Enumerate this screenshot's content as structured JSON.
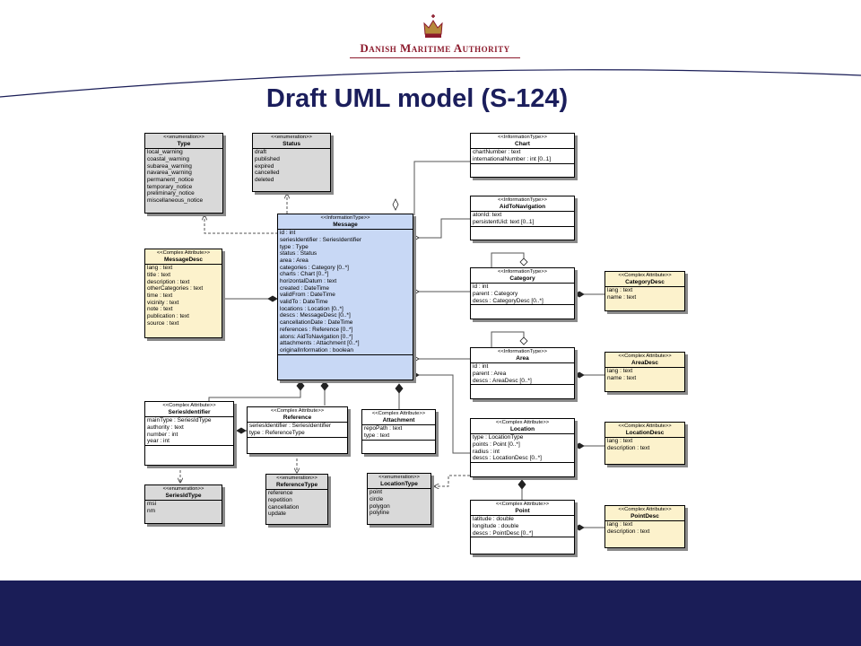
{
  "header": {
    "logo_text": "Danish Maritime Authority",
    "title": "Draft UML model (S-124)"
  },
  "colors": {
    "title": "#1b1e5c",
    "footer": "#1a1d57",
    "logo": "#8c1a2c",
    "info_type_fill": "#ffffff",
    "message_fill": "#c8d8f5",
    "complex_fill": "#fcf2cc",
    "enum_fill": "#d9d9d9"
  },
  "classes": [
    {
      "id": "type",
      "stereotype": "<<enumeration>>",
      "name": "Type",
      "attributes": [
        "local_warning",
        "coastal_warning",
        "subarea_warning",
        "navarea_warning",
        "permanent_notice",
        "temporary_notice",
        "preliminary_notice",
        "miscellaneous_notice"
      ]
    },
    {
      "id": "status",
      "stereotype": "<<enumeration>>",
      "name": "Status",
      "attributes": [
        "draft",
        "published",
        "expired",
        "cancelled",
        "deleted"
      ]
    },
    {
      "id": "chart",
      "stereotype": "<<InformationType>>",
      "name": "Chart",
      "attributes": [
        "chartNumber : text",
        "internationalNumber : int [0..1]"
      ]
    },
    {
      "id": "aton",
      "stereotype": "<<InformationType>>",
      "name": "AidToNavigation",
      "attributes": [
        "atonId: text",
        "persistentUid: text [0..1]"
      ]
    },
    {
      "id": "message",
      "stereotype": "<<InformationType>>",
      "name": "Message",
      "attributes": [
        "id : int",
        "seriesIdentifier : SeriesIdentifier",
        "type : Type",
        "status : Status",
        "area : Area",
        "categories : Category [0..*]",
        "charts : Chart [0..*]",
        "horizontalDatum : text",
        "created : DateTime",
        "validFrom : DateTime",
        "validTo : DateTime",
        "locations : Location [0..*]",
        "descs : MessageDesc [0..*]",
        "cancellationDate : DateTime",
        "references : Reference [0..*]",
        "atons: AidToNavigation [0..*]",
        "attachments : Attachment [0..*]",
        "originalInformation : boolean"
      ]
    },
    {
      "id": "messagedesc",
      "stereotype": "<<Complex Attribute>>",
      "name": "MessageDesc",
      "attributes": [
        "lang : text",
        "title : text",
        "description : text",
        "otherCategories : text",
        "time : text",
        "vicinity : text",
        "note : text",
        "publication : text",
        "source : text"
      ]
    },
    {
      "id": "category",
      "stereotype": "<<InformationType>>",
      "name": "Category",
      "attributes": [
        "id : int",
        "parent : Category",
        "descs : CategoryDesc [0..*]"
      ]
    },
    {
      "id": "categorydesc",
      "stereotype": "<<Complex Attribute>>",
      "name": "CategoryDesc",
      "attributes": [
        "lang : text",
        "name : text"
      ]
    },
    {
      "id": "area",
      "stereotype": "<<InformationType>>",
      "name": "Area",
      "attributes": [
        "id : int",
        "parent : Area",
        "descs : AreaDesc [0..*]"
      ]
    },
    {
      "id": "areadesc",
      "stereotype": "<<Complex Attribute>>",
      "name": "AreaDesc",
      "attributes": [
        "lang : text",
        "name : text"
      ]
    },
    {
      "id": "seriesidentifier",
      "stereotype": "<<Complex Attribute>>",
      "name": "SeriesIdentifier",
      "attributes": [
        "mainType : SeriesIdType",
        "authority : text",
        "number : int",
        "year : int"
      ]
    },
    {
      "id": "reference",
      "stereotype": "<<Complex Attribute>>",
      "name": "Reference",
      "attributes": [
        "seriesIdentifier : SeriesIdentifier",
        "type : ReferenceType"
      ]
    },
    {
      "id": "attachment",
      "stereotype": "<<Complex Attribute>>",
      "name": "Attachment",
      "attributes": [
        "repoPath : text",
        "type : text"
      ]
    },
    {
      "id": "location",
      "stereotype": "<<Complex Attribute>>",
      "name": "Location",
      "attributes": [
        "type : LocationType",
        "points : Point [0..*]",
        "radius : int",
        "descs : LocationDesc [0..*]"
      ]
    },
    {
      "id": "locationdesc",
      "stereotype": "<<Complex Attribute>>",
      "name": "LocationDesc",
      "attributes": [
        "lang : text",
        "description : text"
      ]
    },
    {
      "id": "seriesidtype",
      "stereotype": "<<enumeration>>",
      "name": "SeriesIdType",
      "attributes": [
        "msi",
        "nm"
      ]
    },
    {
      "id": "referencetype",
      "stereotype": "<<enumeration>>",
      "name": "ReferenceType",
      "attributes": [
        "reference",
        "repetition",
        "cancellation",
        "update"
      ]
    },
    {
      "id": "locationtype",
      "stereotype": "<<enumeration>>",
      "name": "LocationType",
      "attributes": [
        "point",
        "circle",
        "polygon",
        "polyline"
      ]
    },
    {
      "id": "point",
      "stereotype": "<<Complex Attribute>>",
      "name": "Point",
      "attributes": [
        "latitude : double",
        "longitude : double",
        "descs : PointDesc [0..*]"
      ]
    },
    {
      "id": "pointdesc",
      "stereotype": "<<Complex Attribute>>",
      "name": "PointDesc",
      "attributes": [
        "lang : text",
        "description : text"
      ]
    }
  ]
}
